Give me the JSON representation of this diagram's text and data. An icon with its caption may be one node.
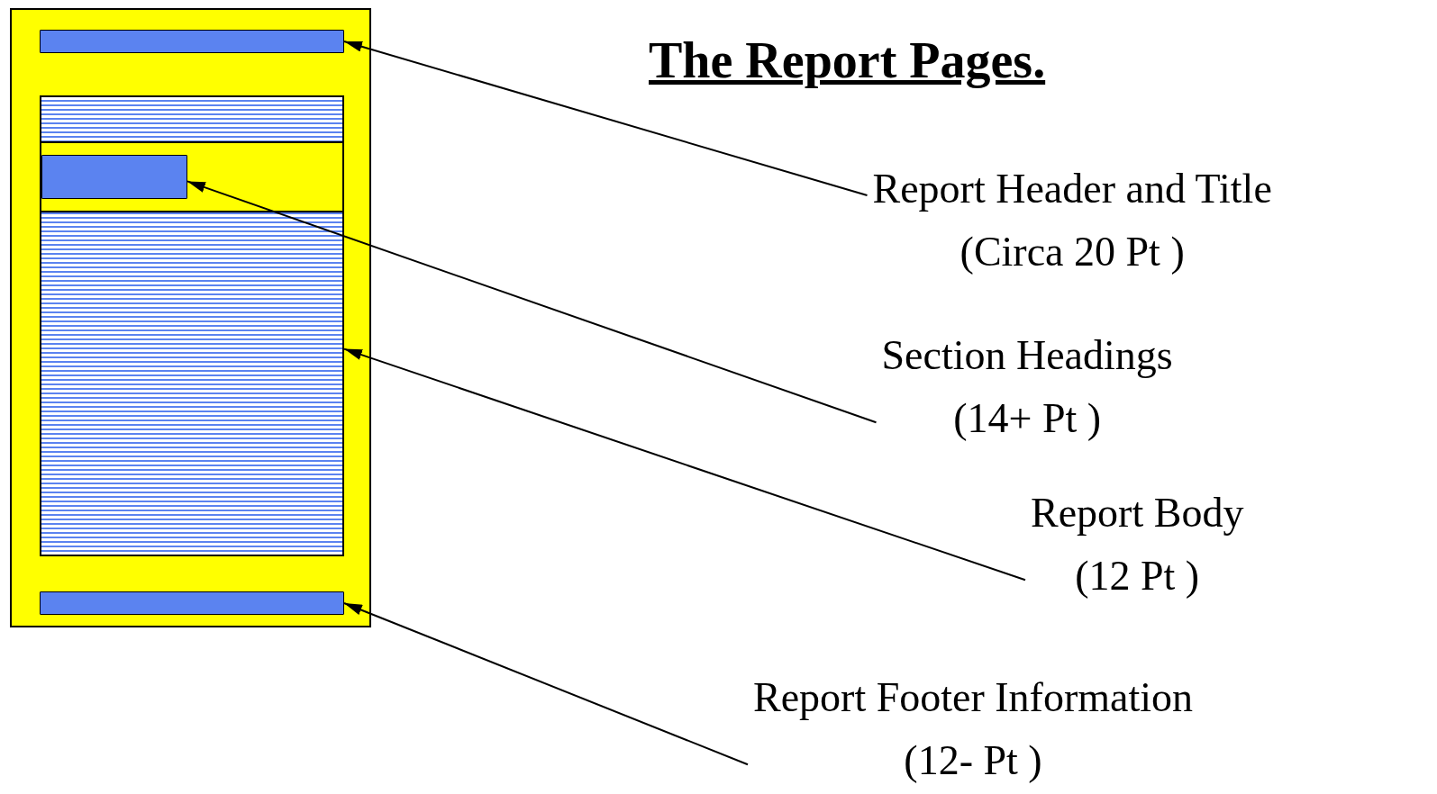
{
  "diagram": {
    "title": "The Report Pages.",
    "nodes": [
      {
        "text": [],
        "shape": "box"
      },
      {
        "text": [],
        "shape": "bar",
        "in": 0
      },
      {
        "text": [],
        "shape": "box",
        "in": 0
      },
      {
        "text": [],
        "shape": "bar",
        "in": 2
      },
      {
        "text": [],
        "shape": "bar",
        "in": 0
      },
      {
        "text": [
          "Report Header and Title",
          "(Circa 20 Pt )"
        ]
      },
      {
        "text": [
          "Section Headings",
          "(14+ Pt )"
        ]
      },
      {
        "text": [
          "Report Body",
          "(12 Pt )"
        ]
      },
      {
        "text": [
          "Report Footer Information",
          "(12- Pt )"
        ]
      }
    ],
    "edges": [
      {
        "from": 5,
        "to": 1,
        "arrow": "to"
      },
      {
        "from": 6,
        "to": 3,
        "arrow": "to"
      },
      {
        "from": 7,
        "to": 2,
        "arrow": "to"
      },
      {
        "from": 8,
        "to": 4,
        "arrow": "to"
      }
    ]
  }
}
